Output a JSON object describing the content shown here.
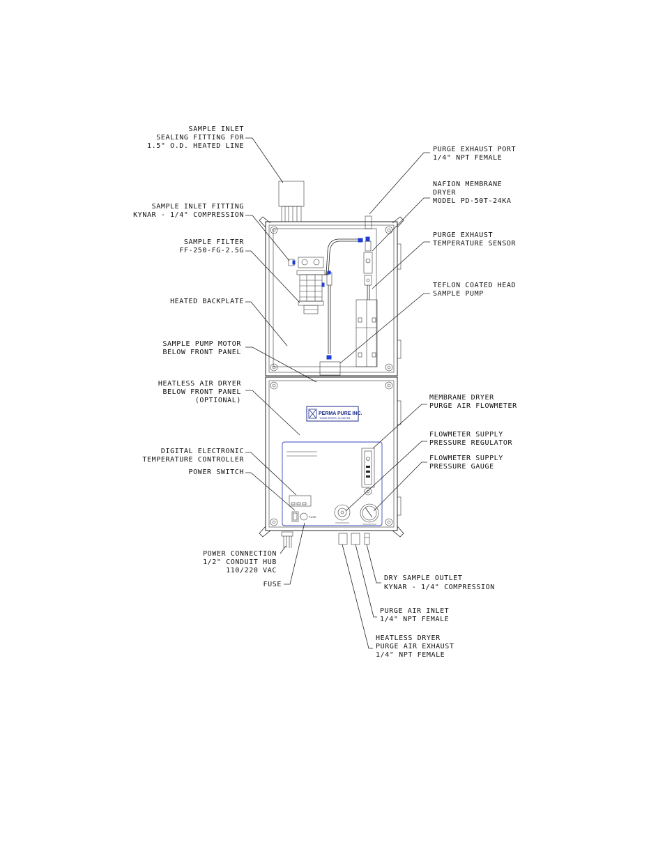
{
  "logo": {
    "company": "PERMA PURE INC.",
    "tagline": "TOMS RIVER, NJ 08753"
  },
  "fuse_tag": "FUSE",
  "labels": {
    "sample_inlet": [
      "SAMPLE INLET",
      "SEALING FITTING FOR",
      "1.5\" O.D. HEATED LINE"
    ],
    "sample_inlet_fitting": [
      "SAMPLE INLET FITTING",
      "KYNAR - 1/4\" COMPRESSION"
    ],
    "sample_filter": [
      "SAMPLE FILTER",
      "FF-250-FG-2.5G"
    ],
    "heated_backplate": [
      "HEATED BACKPLATE"
    ],
    "sample_pump_motor": [
      "SAMPLE PUMP MOTOR",
      "BELOW FRONT PANEL"
    ],
    "heatless_air_dryer": [
      "HEATLESS AIR DRYER",
      "BELOW FRONT PANEL",
      "(OPTIONAL)"
    ],
    "temp_controller": [
      "DIGITAL ELECTRONIC",
      "TEMPERATURE CONTROLLER"
    ],
    "power_switch": [
      "POWER SWITCH"
    ],
    "power_connection": [
      "POWER CONNECTION",
      "1/2\" CONDUIT HUB",
      "110/220 VAC"
    ],
    "fuse": [
      "FUSE"
    ],
    "purge_exhaust_port": [
      "PURGE EXHAUST PORT",
      "1/4\" NPT FEMALE"
    ],
    "nafion_dryer": [
      "NAFION MEMBRANE",
      "DRYER",
      "MODEL PD-50T-24KA"
    ],
    "purge_temp_sensor": [
      "PURGE EXHAUST",
      "TEMPERATURE SENSOR"
    ],
    "teflon_pump": [
      "TEFLON COATED HEAD",
      "SAMPLE PUMP"
    ],
    "purge_flowmeter": [
      "MEMBRANE DRYER",
      "PURGE AIR FLOWMETER"
    ],
    "pressure_regulator": [
      "FLOWMETER SUPPLY",
      "PRESSURE REGULATOR"
    ],
    "pressure_gauge": [
      "FLOWMETER SUPPLY",
      "PRESSURE GAUGE"
    ],
    "dry_sample_outlet": [
      "DRY SAMPLE OUTLET",
      "KYNAR - 1/4\" COMPRESSION"
    ],
    "purge_air_inlet": [
      "PURGE AIR INLET",
      "1/4\" NPT FEMALE"
    ],
    "dryer_exhaust": [
      "HEATLESS DRYER",
      "PURGE AIR EXHAUST",
      "1/4\" NPT FEMALE"
    ]
  }
}
